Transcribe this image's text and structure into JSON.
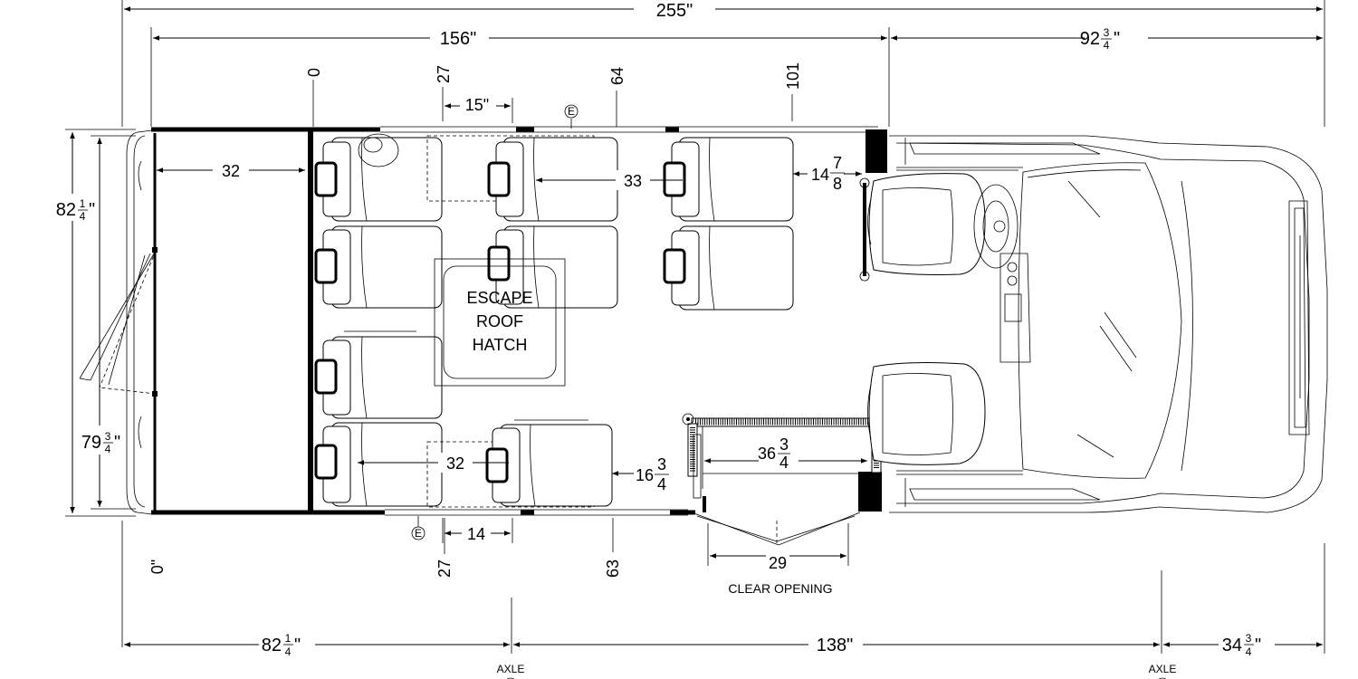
{
  "overall": {
    "length": "255\"",
    "body_length": "156\"",
    "cab_whole": "92",
    "cab_frac_num": "3",
    "cab_frac_den": "4",
    "cab_unit": "\""
  },
  "stations_top": [
    "0",
    "27",
    "64",
    "101"
  ],
  "stations_bottom": [
    "0\"",
    "27",
    "63"
  ],
  "window_top": "15\"",
  "window_bottom": "14",
  "exit_marker": "E",
  "width_outer": {
    "whole": "82",
    "num": "1",
    "den": "4",
    "unit": "\""
  },
  "width_inner": {
    "whole": "79",
    "num": "3",
    "den": "4",
    "unit": "\""
  },
  "rear_depth": "32",
  "aisle_top": "33",
  "aisle_bottom": "32",
  "gap_top": {
    "whole": "14",
    "num": "7",
    "den": "8"
  },
  "gap_bottom": {
    "whole": "16",
    "num": "3",
    "den": "4"
  },
  "door_width": {
    "whole": "36",
    "num": "3",
    "den": "4"
  },
  "escape_hatch": [
    "ESCAPE",
    "ROOF",
    "HATCH"
  ],
  "clear_opening_value": "29",
  "clear_opening_label": "CLEAR OPENING",
  "rear_overhang": {
    "whole": "82",
    "num": "1",
    "den": "4",
    "unit": "\""
  },
  "wheelbase": "138\"",
  "front_overhang": {
    "whole": "34",
    "num": "3",
    "den": "4",
    "unit": "\""
  },
  "axle_label": "AXLE"
}
